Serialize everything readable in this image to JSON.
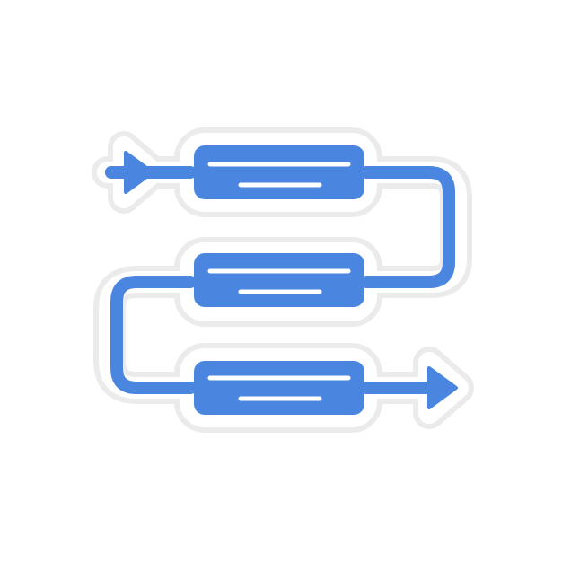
{
  "icon": {
    "name": "workflow-process-icon",
    "colors": {
      "primary": "#4A86E0",
      "outline": "#EBEBEB",
      "background": "#FFFFFF",
      "text_line": "#FFFFFF"
    },
    "steps": [
      "step-1",
      "step-2",
      "step-3"
    ]
  }
}
